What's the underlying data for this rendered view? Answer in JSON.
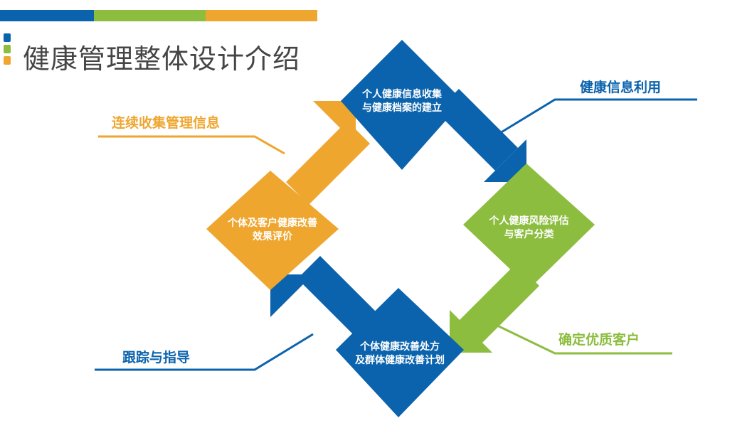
{
  "title": "健康管理整体设计介绍",
  "colors": {
    "blue": "#0b63ad",
    "green": "#8cbd3f",
    "orange": "#eea62f",
    "title_text": "#454545"
  },
  "nodes": {
    "top": {
      "line1": "个人健康信息收集",
      "line2": "与健康档案的建立",
      "color": "blue"
    },
    "right": {
      "line1": "个人健康风险评估",
      "line2": "与客户分类",
      "color": "green"
    },
    "bottom": {
      "line1": "个体健康改善处方",
      "line2": "及群体健康改善计划",
      "color": "blue"
    },
    "left": {
      "line1": "个体及客户健康改善",
      "line2": "效果评价",
      "color": "orange"
    }
  },
  "callouts": {
    "top_right": {
      "text": "健康信息利用",
      "color": "blue"
    },
    "top_left": {
      "text": "连续收集管理信息",
      "color": "orange"
    },
    "bottom_right": {
      "text": "确定优质客户",
      "color": "green"
    },
    "bottom_left": {
      "text": "跟踪与指导",
      "color": "blue"
    }
  }
}
